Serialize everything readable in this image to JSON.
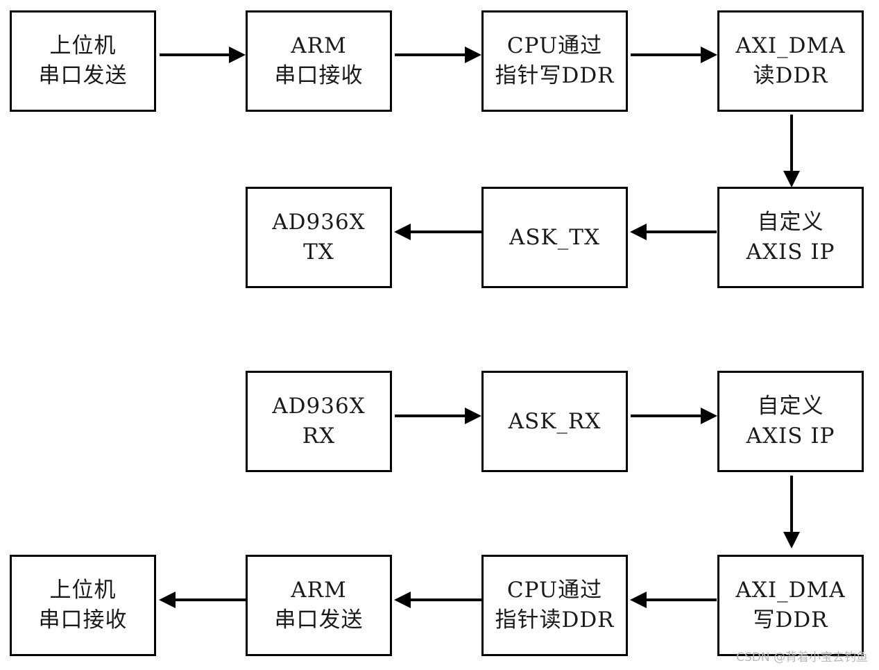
{
  "diagram": {
    "colors": {
      "line": "#000000",
      "text": "#1a1a1a",
      "background": "#ffffff",
      "watermark": "#b8b8b8"
    },
    "tx": {
      "host_send": {
        "line1": "上位机",
        "line2": "串口发送"
      },
      "arm_recv": {
        "line1": "ARM",
        "line2": "串口接收"
      },
      "cpu_write": {
        "line1": "CPU通过",
        "line2": "指针写DDR"
      },
      "dma_read": {
        "line1": "AXI_DMA",
        "line2": "读DDR"
      },
      "axis_ip": {
        "line1": "自定义",
        "line2": "AXIS IP"
      },
      "ask_tx": {
        "line1": "ASK_TX"
      },
      "ad936x_tx": {
        "line1": "AD936X",
        "line2": "TX"
      }
    },
    "rx": {
      "ad936x_rx": {
        "line1": "AD936X",
        "line2": "RX"
      },
      "ask_rx": {
        "line1": "ASK_RX"
      },
      "axis_ip": {
        "line1": "自定义",
        "line2": "AXIS IP"
      },
      "dma_write": {
        "line1": "AXI_DMA",
        "line2": "写DDR"
      },
      "cpu_read": {
        "line1": "CPU通过",
        "line2": "指针读DDR"
      },
      "arm_send": {
        "line1": "ARM",
        "line2": "串口发送"
      },
      "host_recv": {
        "line1": "上位机",
        "line2": "串口接收"
      }
    }
  },
  "watermark": {
    "text": "CSDN @背着小宝去钓鱼"
  }
}
